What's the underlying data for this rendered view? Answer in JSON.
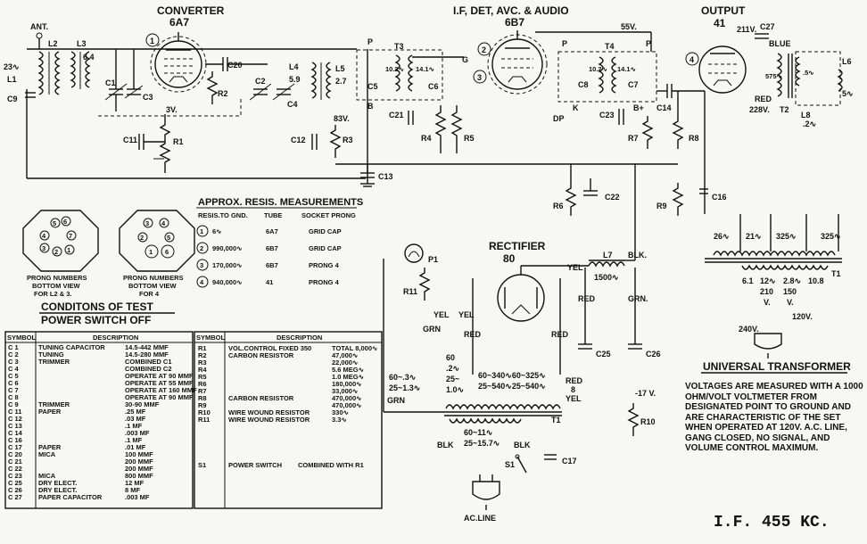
{
  "stages": {
    "converter": {
      "title": "CONVERTER",
      "tube": "6A7"
    },
    "if_det": {
      "title": "I.F, DET, AVC. & AUDIO",
      "tube": "6B7"
    },
    "output": {
      "title": "OUTPUT",
      "tube": "41"
    },
    "rectifier": {
      "title": "RECTIFIER",
      "tube": "80"
    }
  },
  "labels": {
    "ant": "ANT.",
    "l1_val": "23∿",
    "l1": "L1",
    "l2": "L2",
    "l3": "L3",
    "l3_val": "6.4",
    "l4": "L4",
    "l4_val": "5.9",
    "l5": "L5",
    "l5_val": "2.7",
    "c1": "C1",
    "c2": "C2",
    "c3": "C3",
    "c4": "C4",
    "c9": "C9",
    "c11": "C11",
    "c20": "C20",
    "r1": "R1",
    "r2": "R2",
    "v3": "3V.",
    "v83": "83V.",
    "c12": "C12",
    "r3": "R3",
    "c13": "C13",
    "p_t3": "P",
    "b_t3": "B",
    "t3": "T3",
    "g": "G",
    "c5": "C5",
    "c6": "C6",
    "t3_l": "10.2∿",
    "t3_r": "14.1∿",
    "c21": "C21",
    "r4": "R4",
    "r5": "R5",
    "dp": "DP",
    "v55": "55V.",
    "t4": "T4",
    "p_t4": "P",
    "k": "K",
    "bplus": "B+",
    "c8": "C8",
    "c7": "C7",
    "t4_l": "10.2∿",
    "t4_r": "14.1∿",
    "c23": "C23",
    "c14": "C14",
    "r7": "R7",
    "r8": "R8",
    "c22": "C22",
    "r6": "R6",
    "r9": "R9",
    "c16": "C16",
    "v211": "211V.",
    "c27": "C27",
    "blue": "BLUE",
    "red": "RED",
    "v228": "228V.",
    "t2": "T2",
    "t2_p": "575∿",
    "t2_s": ".5∿",
    "l8": "L8",
    "l8_val": ".2∿",
    "l6": "L6",
    "l6_val": "5∿",
    "p1": "P1",
    "r11": "R11",
    "yel1": "YEL",
    "yel2": "YEL",
    "grn1": "GRN",
    "grn2": "GRN",
    "red_l": "RED",
    "red_r": "RED",
    "l7": "L7",
    "l7_val": "1500∿",
    "blk": "BLK.",
    "yel3": "YEL",
    "red_c": "RED",
    "grn3": "GRN.",
    "c25": "C25",
    "c26": "C26",
    "t1": "T1",
    "red8": "RED",
    "num8": "8",
    "yel8": "YEL",
    "v17": "-17 V.",
    "r10": "R10",
    "blk1": "BLK",
    "blk2": "BLK",
    "s1": "S1",
    "c17": "C17",
    "ac_line": "AC.LINE",
    "pri_a1": "60~.3∿",
    "pri_a2": "25~1.3∿",
    "pri_b": [
      "60",
      ".2∿",
      "25~",
      "1.0∿"
    ],
    "sec1": "60~340∿60~325∿",
    "sec2": "25~540∿25~540∿",
    "fil1": "60~11∿",
    "fil2": "25~15.7∿",
    "circ1": "1",
    "circ2": "2",
    "circ3": "3",
    "circ4": "4"
  },
  "prongs": {
    "left": {
      "caption": "PRONG NUMBERS",
      "caption2": "BOTTOM VIEW",
      "caption3": "FOR L2 & 3.",
      "nums": [
        "1",
        "2",
        "3",
        "4",
        "5",
        "6",
        "7"
      ]
    },
    "right": {
      "caption": "PRONG NUMBERS",
      "caption2": "BOTTOM VIEW",
      "caption3": "FOR 4",
      "nums": [
        "1",
        "2",
        "3",
        "4",
        "5",
        "6"
      ]
    }
  },
  "conditions": {
    "title": "CONDITONS OF TEST",
    "subtitle": "POWER SWITCH OFF"
  },
  "resis": {
    "title": "APPROX. RESIS. MEASUREMENTS",
    "headers": [
      "RESIS.TO GND.",
      "TUBE",
      "SOCKET PRONG"
    ],
    "rows": [
      {
        "n": "1",
        "val": "6∿",
        "tube": "6A7",
        "prong": "GRID CAP"
      },
      {
        "n": "2",
        "val": "990,000∿",
        "tube": "6B7",
        "prong": "GRID CAP"
      },
      {
        "n": "3",
        "val": "170,000∿",
        "tube": "6B7",
        "prong": "PRONG 4"
      },
      {
        "n": "4",
        "val": "940,000∿",
        "tube": "41",
        "prong": "PRONG 4"
      }
    ]
  },
  "cap_table": {
    "headers": [
      "SYMBOL",
      "DESCRIPTION"
    ],
    "rows": [
      {
        "s": "C 1",
        "d": "TUNING CAPACITOR",
        "v": "14.5-442 MMF"
      },
      {
        "s": "C 2",
        "d": "TUNING",
        "v": "14.5-280 MMF"
      },
      {
        "s": "C 3",
        "d": "TRIMMER",
        "v": "COMBINED C1"
      },
      {
        "s": "C 4",
        "d": "",
        "v": "COMBINED C2"
      },
      {
        "s": "C 5",
        "d": "",
        "v": "OPERATE AT 90 MMF"
      },
      {
        "s": "C 6",
        "d": "",
        "v": "OPERATE AT 55 MMF"
      },
      {
        "s": "C 7",
        "d": "",
        "v": "OPERATE AT 160 MMF"
      },
      {
        "s": "C 8",
        "d": "",
        "v": "OPERATE AT 90 MMF"
      },
      {
        "s": "C 9",
        "d": "TRIMMER",
        "v": "30-90 MMF"
      },
      {
        "s": "C 11",
        "d": "PAPER",
        "v": ".25  MF"
      },
      {
        "s": "C 12",
        "d": "",
        "v": ".03  MF"
      },
      {
        "s": "C 13",
        "d": "",
        "v": ".1  MF"
      },
      {
        "s": "C 14",
        "d": "",
        "v": ".003  MF"
      },
      {
        "s": "C 16",
        "d": "",
        "v": ".1  MF"
      },
      {
        "s": "C 17",
        "d": "PAPER",
        "v": ".01  MF"
      },
      {
        "s": "C 20",
        "d": "MICA",
        "v": "100  MMF"
      },
      {
        "s": "C 21",
        "d": "",
        "v": "200  MMF"
      },
      {
        "s": "C 22",
        "d": "",
        "v": "200  MMF"
      },
      {
        "s": "C 23",
        "d": "MICA",
        "v": "800  MMF"
      },
      {
        "s": "C 25",
        "d": "DRY ELECT.",
        "v": "12  MF"
      },
      {
        "s": "C 26",
        "d": "DRY ELECT.",
        "v": "8  MF"
      },
      {
        "s": "C 27",
        "d": "PAPER CAPACITOR",
        "v": ".003  MF"
      }
    ]
  },
  "res_table": {
    "headers": [
      "SYMBOL",
      "DESCRIPTION"
    ],
    "rows": [
      {
        "s": "R1",
        "d": "VOL.CONTROL  FIXED 350",
        "v": "TOTAL 8,000∿"
      },
      {
        "s": "R2",
        "d": "CARBON RESISTOR",
        "v": "47,000∿"
      },
      {
        "s": "R3",
        "d": "",
        "v": "22,000∿"
      },
      {
        "s": "R4",
        "d": "",
        "v": "5.6 MEG∿"
      },
      {
        "s": "R5",
        "d": "",
        "v": "1.0 MEG∿"
      },
      {
        "s": "R6",
        "d": "",
        "v": "180,000∿"
      },
      {
        "s": "R7",
        "d": "",
        "v": "33,000∿"
      },
      {
        "s": "R8",
        "d": "CARBON  RESISTOR",
        "v": "470,000∿"
      },
      {
        "s": "R9",
        "d": "",
        "v": "470,000∿"
      },
      {
        "s": "R10",
        "d": "WIRE WOUND RESISTOR",
        "v": "330∿"
      },
      {
        "s": "R11",
        "d": "WIRE WOUND RESISTOR",
        "v": "3.3∿"
      }
    ],
    "switch": {
      "s": "S1",
      "d": "POWER SWITCH",
      "v": "COMBINED WITH R1"
    }
  },
  "universal": {
    "title": "UNIVERSAL TRANSFORMER",
    "top": [
      "26∿",
      "21∿",
      "325∿",
      "325∿"
    ],
    "taps": [
      "6.1",
      "12∿",
      "2.8∿",
      "10.8",
      "210",
      "150",
      "V.",
      "V."
    ],
    "t1": "T1",
    "v120": "120V.",
    "v240": "240V."
  },
  "voltage_note": "VOLTAGES ARE MEASURED WITH A 1000 OHM/VOLT VOLTMETER FROM DESIGNATED POINT TO GROUND AND ARE CHARACTERISTIC OF THE SET WHEN OPERATED AT 120V. A.C. LINE, GANG CLOSED, NO SIGNAL, AND VOLUME CONTROL MAXIMUM.",
  "if_freq": "I.F. 455 KC.",
  "colors": {
    "ink": "#111111",
    "paper": "#f7f7f5"
  }
}
